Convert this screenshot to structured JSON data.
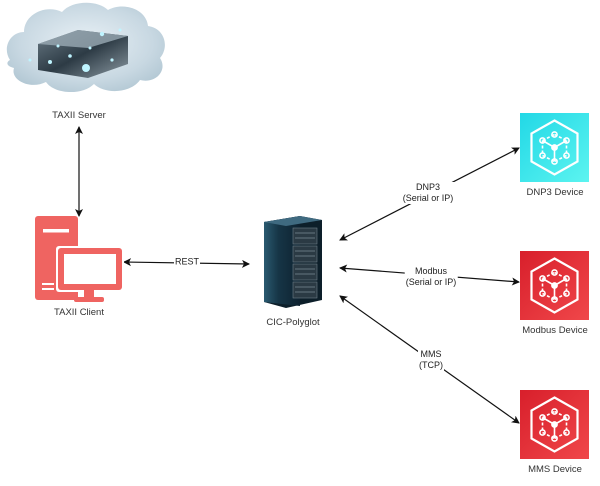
{
  "nodes": {
    "taxii_server": {
      "label": "TAXII Server",
      "icon": "cloud-server-icon"
    },
    "taxii_client": {
      "label": "TAXII Client",
      "icon": "desktop-computer-icon",
      "color": "#EF6461"
    },
    "polyglot": {
      "label": "CIC-Polyglot",
      "icon": "server-rack-icon"
    },
    "dnp3": {
      "label": "DNP3 Device",
      "icon": "iot-device-icon",
      "color": "#2DE4E8"
    },
    "modbus": {
      "label": "Modbus Device",
      "icon": "iot-device-icon",
      "color": "#E5262F"
    },
    "mms": {
      "label": "MMS Device",
      "icon": "iot-device-icon",
      "color": "#E5262F"
    }
  },
  "edges": {
    "server_client": {
      "label": ""
    },
    "client_polyglot": {
      "label": "REST"
    },
    "polyglot_dnp3": {
      "line1": "DNP3",
      "line2": "(Serial or IP)"
    },
    "polyglot_modbus": {
      "line1": "Modbus",
      "line2": "(Serial or IP)"
    },
    "polyglot_mms": {
      "line1": "MMS",
      "line2": "(TCP)"
    }
  }
}
